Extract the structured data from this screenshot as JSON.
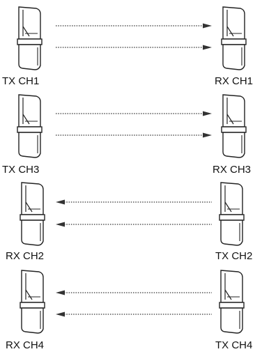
{
  "diagram": {
    "rows": [
      {
        "left_label": "TX CH1",
        "right_label": "RX CH1",
        "direction": "right"
      },
      {
        "left_label": "TX CH3",
        "right_label": "RX CH3",
        "direction": "right"
      },
      {
        "left_label": "RX CH2",
        "right_label": "TX CH2",
        "direction": "left"
      },
      {
        "left_label": "RX CH4",
        "right_label": "TX CH4",
        "direction": "left"
      }
    ],
    "colors": {
      "stroke": "#222222",
      "fill": "#ffffff",
      "arrow": "#333333"
    }
  }
}
